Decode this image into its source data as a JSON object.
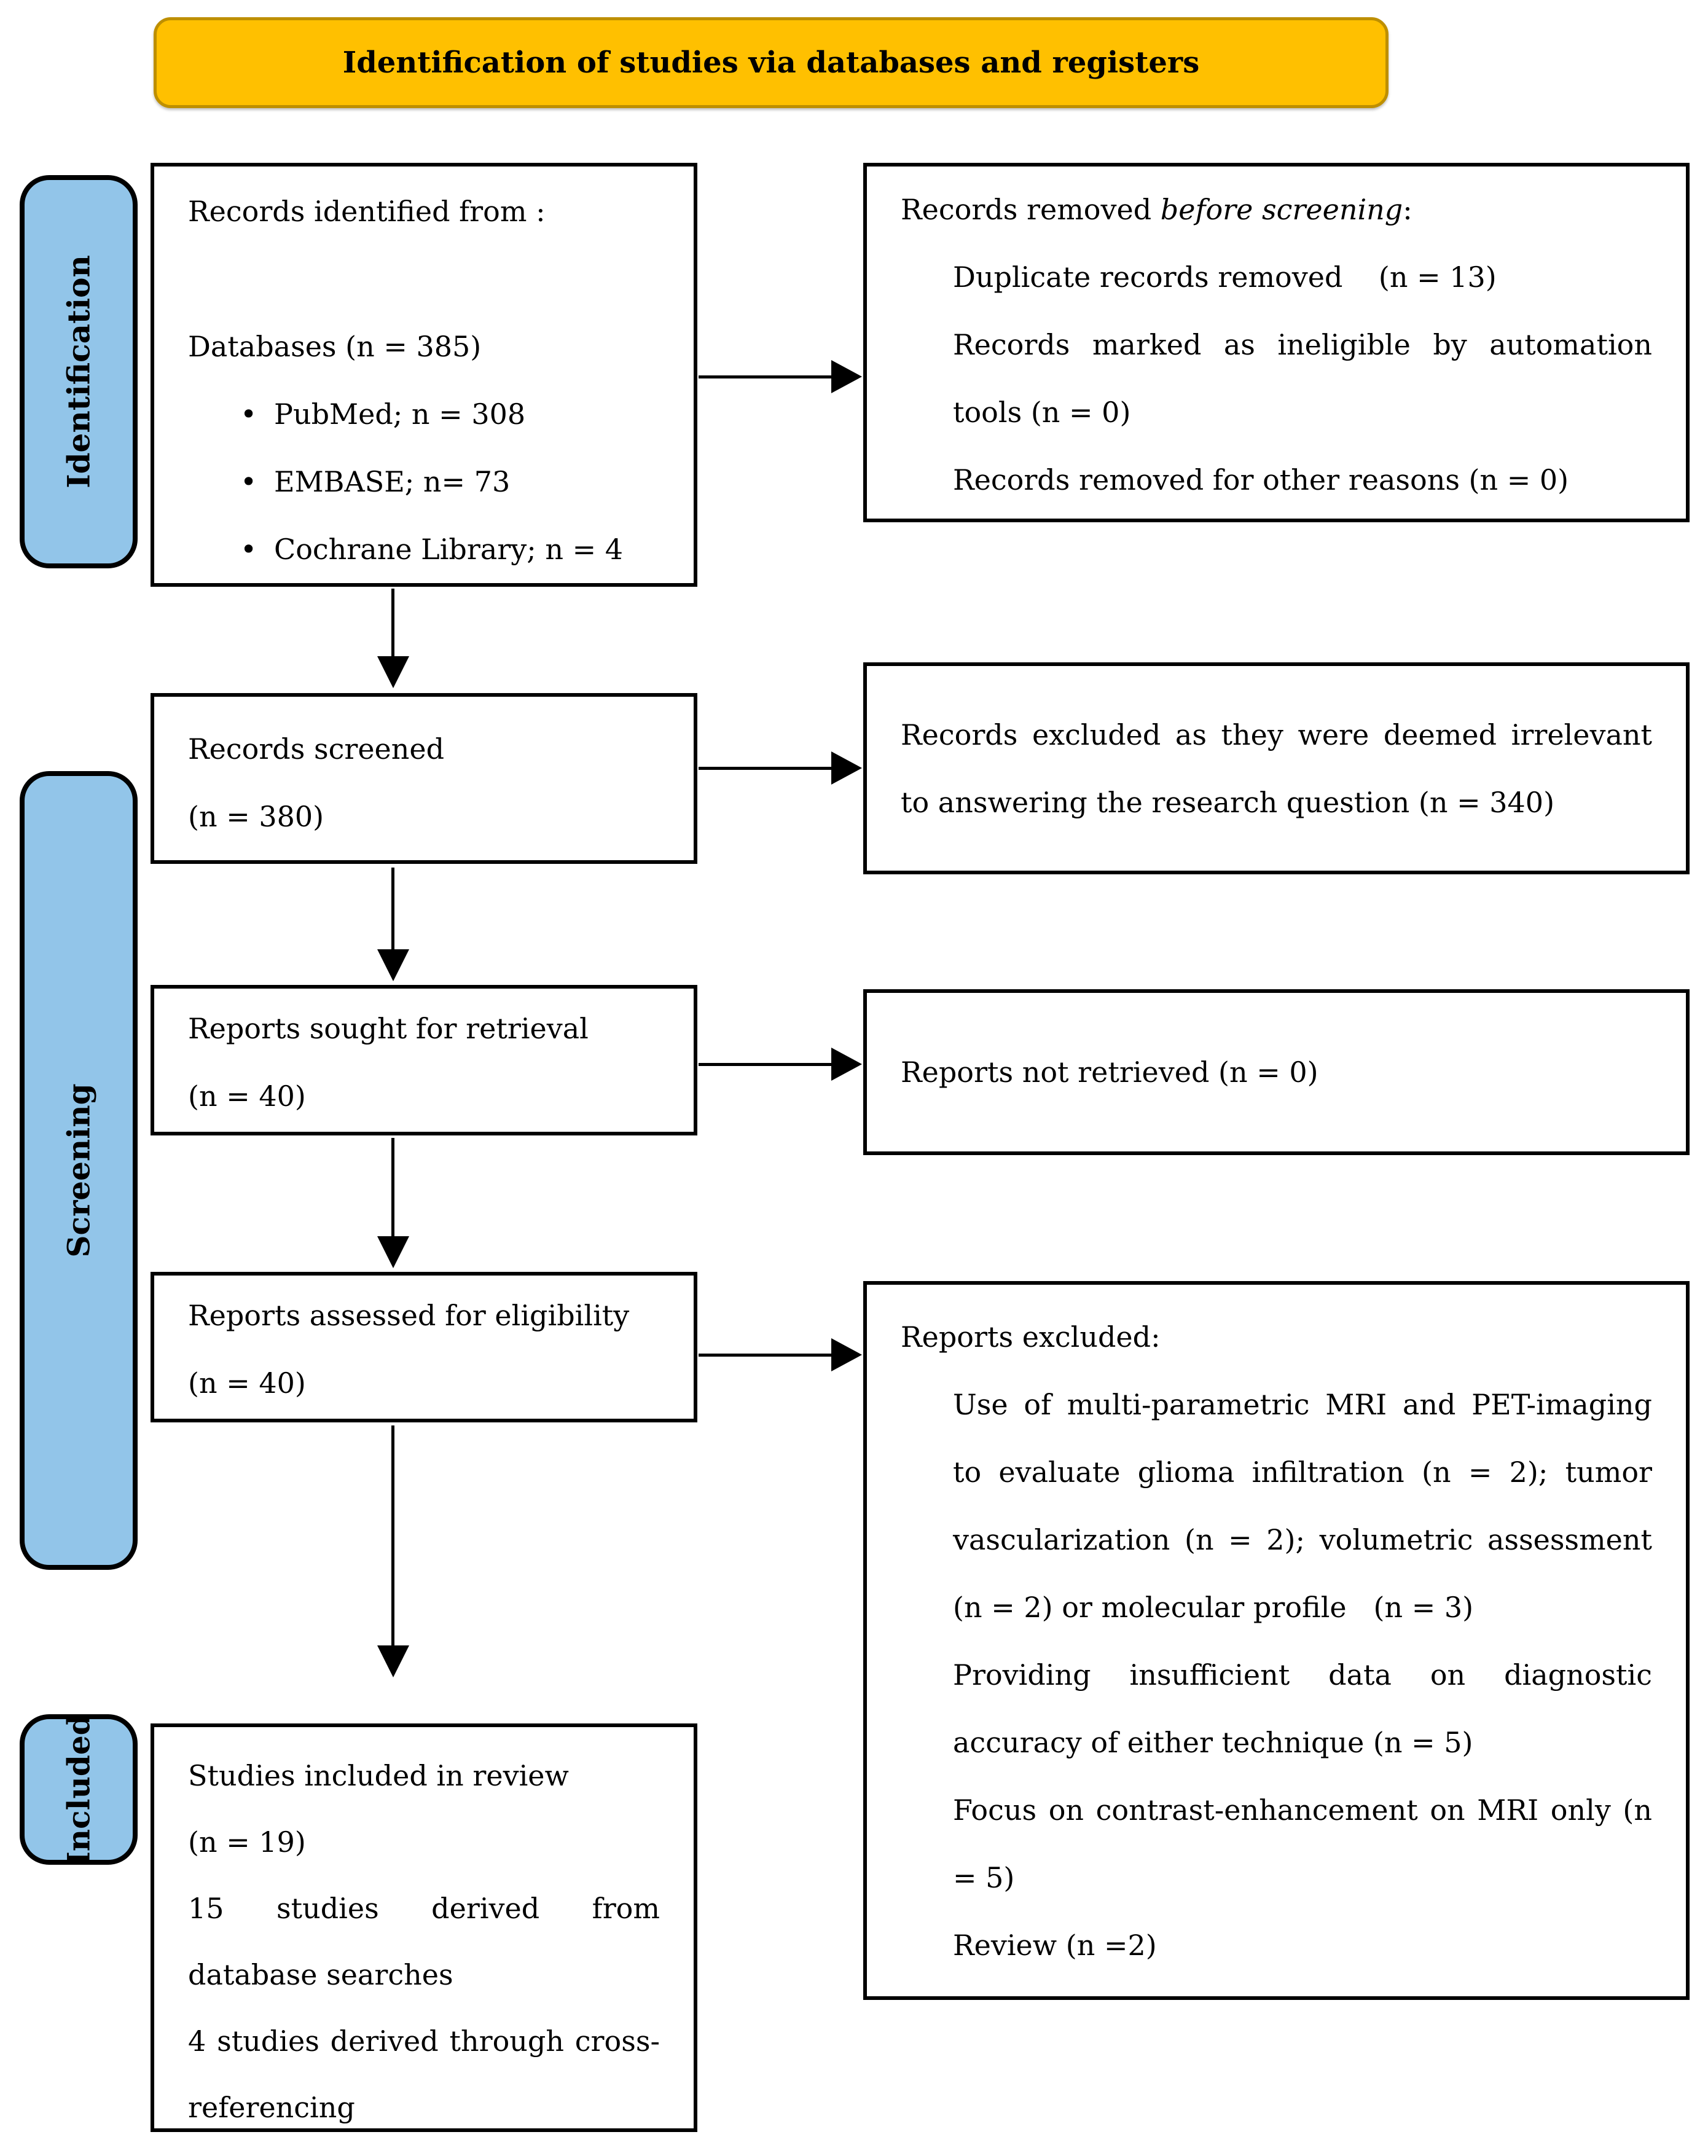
{
  "banner": {
    "title": "Identification of studies via databases and registers"
  },
  "stages": {
    "identification": "Identification",
    "screening": "Screening",
    "included": "Included"
  },
  "boxes": {
    "records_identified": {
      "heading": "Records identified from :",
      "subheading": "Databases (n = 385)",
      "bullet_char": "•",
      "bullets": [
        "PubMed; n = 308",
        "EMBASE; n= 73",
        "Cochrane Library; n = 4"
      ]
    },
    "records_removed": {
      "lead": "Records removed ",
      "lead_italic": "before screening",
      "lead_suffix": ":",
      "items": [
        "Duplicate records removed    (n = 13)",
        "Records marked as ineligible by automation tools (n = 0)",
        "Records removed for other reasons (n = 0)"
      ]
    },
    "records_screened": {
      "line1": "Records screened",
      "line2": "(n = 380)"
    },
    "records_excluded": {
      "text": "Records excluded as they were deemed irrelevant to answering the research question (n = 340)"
    },
    "reports_sought": {
      "line1": "Reports sought for retrieval",
      "line2": "(n = 40)"
    },
    "reports_not_retrieved": {
      "text": "Reports not retrieved (n = 0)"
    },
    "reports_assessed": {
      "line1": "Reports assessed for eligibility",
      "line2": "(n = 40)"
    },
    "reports_excluded": {
      "title": "Reports excluded:",
      "items": [
        "Use of multi-parametric MRI and PET-imaging to evaluate glioma infiltration (n = 2); tumor vascularization (n = 2); volumetric assessment (n = 2) or molecular profile   (n = 3)",
        "Providing insufficient data on diagnostic accuracy of either technique (n = 5)",
        "Focus on contrast-enhancement on MRI only (n = 5)",
        "Review (n =2)"
      ]
    },
    "studies_included": {
      "lines": [
        "Studies included in review",
        "(n = 19)",
        "15 studies derived from database searches",
        "4 studies derived through cross-referencing"
      ]
    }
  },
  "colors": {
    "stage_label_fill": "#92C5E9",
    "banner_fill": "#FFC000",
    "banner_border": "#BE8F00",
    "box_border": "#000000",
    "arrow": "#000000",
    "text": "#000000"
  }
}
